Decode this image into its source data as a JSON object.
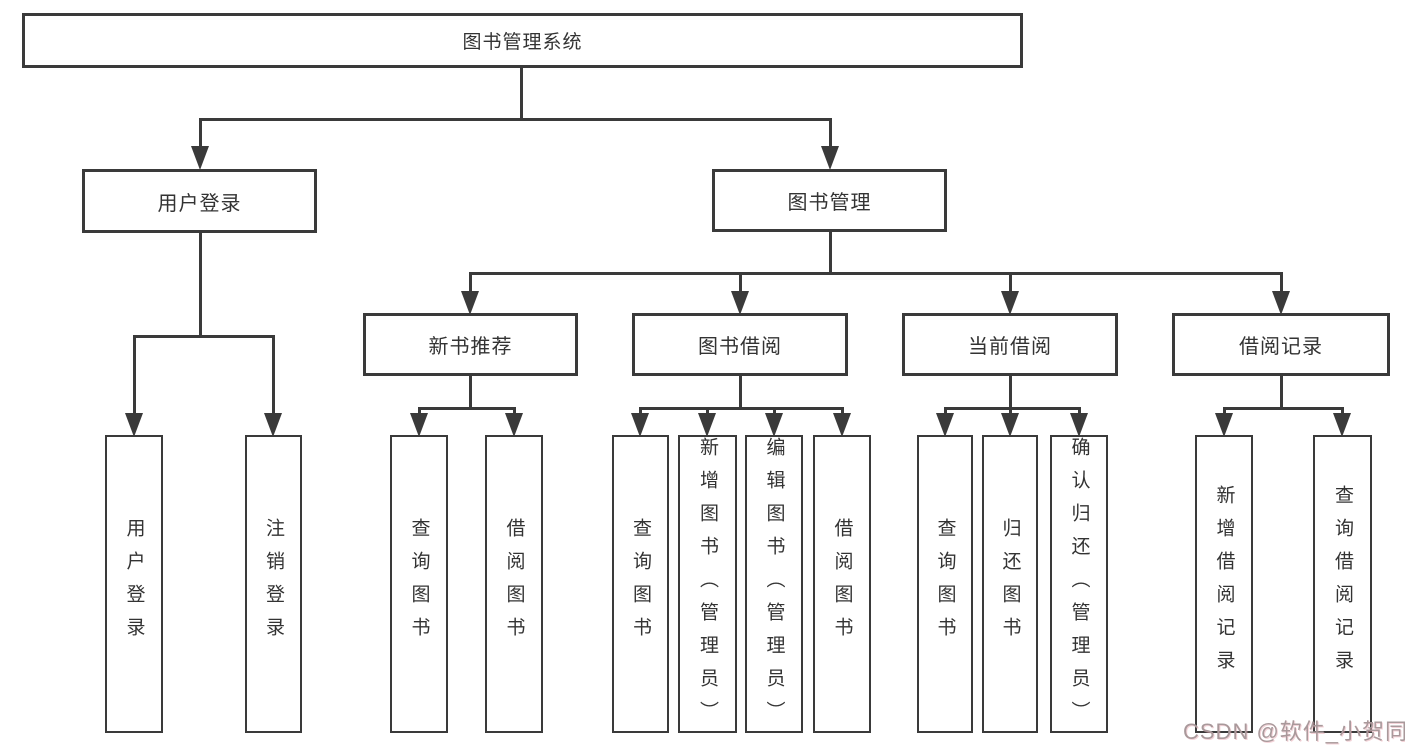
{
  "tree": {
    "label": "图书管理系统",
    "children": [
      {
        "label": "用户登录",
        "children": [
          {
            "label": "用户登录"
          },
          {
            "label": "注销登录"
          }
        ]
      },
      {
        "label": "图书管理",
        "children": [
          {
            "label": "新书推荐",
            "children": [
              {
                "label": "查询图书"
              },
              {
                "label": "借阅图书"
              }
            ]
          },
          {
            "label": "图书借阅",
            "children": [
              {
                "label": "查询图书"
              },
              {
                "label": "新增图书（管理员）"
              },
              {
                "label": "编辑图书（管理员）"
              },
              {
                "label": "借阅图书"
              }
            ]
          },
          {
            "label": "当前借阅",
            "children": [
              {
                "label": "查询图书"
              },
              {
                "label": "归还图书"
              },
              {
                "label": "确认归还（管理员）"
              }
            ]
          },
          {
            "label": "借阅记录",
            "children": [
              {
                "label": "新增借阅记录"
              },
              {
                "label": "查询借阅记录"
              }
            ]
          }
        ]
      }
    ]
  },
  "watermark": {
    "text": "CSDN @软件_小贺同学"
  },
  "colors": {
    "line": "#3a3a3a",
    "text": "#333333",
    "background": "#ffffff",
    "watermark": "#a9999b"
  }
}
